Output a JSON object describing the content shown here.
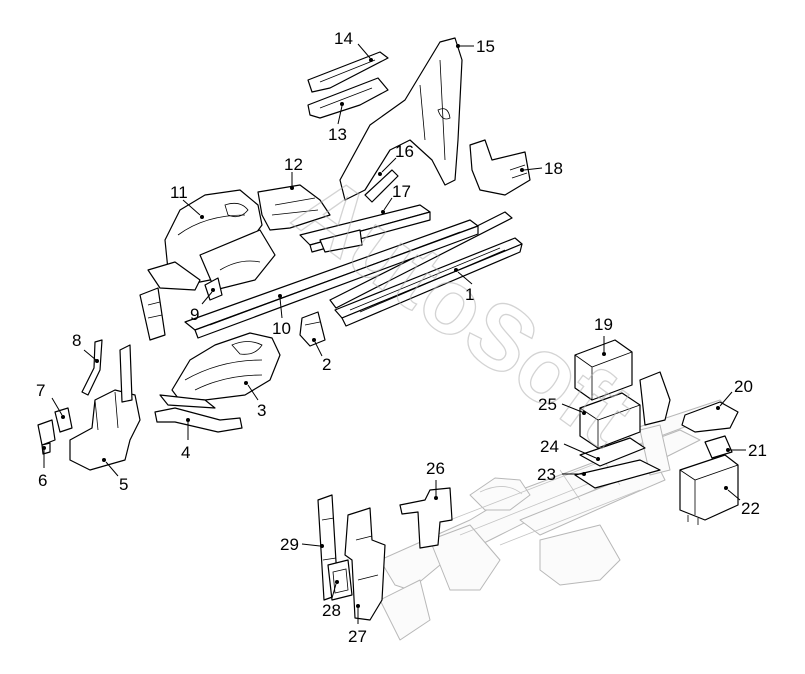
{
  "watermark": {
    "text": "AutoSoft"
  },
  "callouts": [
    {
      "label": "1"
    },
    {
      "label": "2"
    },
    {
      "label": "3"
    },
    {
      "label": "4"
    },
    {
      "label": "5"
    },
    {
      "label": "6"
    },
    {
      "label": "7"
    },
    {
      "label": "8"
    },
    {
      "label": "9"
    },
    {
      "label": "10"
    },
    {
      "label": "11"
    },
    {
      "label": "12"
    },
    {
      "label": "13"
    },
    {
      "label": "14"
    },
    {
      "label": "15"
    },
    {
      "label": "16"
    },
    {
      "label": "17"
    },
    {
      "label": "18"
    },
    {
      "label": "19"
    },
    {
      "label": "20"
    },
    {
      "label": "21"
    },
    {
      "label": "22"
    },
    {
      "label": "23"
    },
    {
      "label": "24"
    },
    {
      "label": "25"
    },
    {
      "label": "26"
    },
    {
      "label": "27"
    },
    {
      "label": "28"
    },
    {
      "label": "29"
    }
  ]
}
